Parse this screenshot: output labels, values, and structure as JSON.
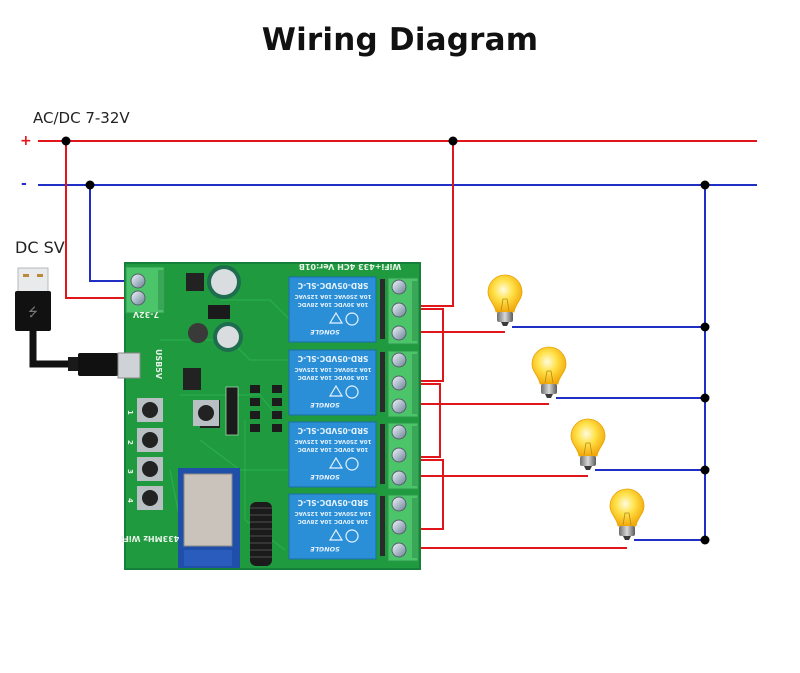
{
  "title": "Wiring Diagram",
  "power_label": "AC/DC 7-32V",
  "plus_sign": "+",
  "minus_sign": "-",
  "usb_label": "DC SV",
  "board": {
    "header_silk": "WiFi+433 4CH  Ver:01B",
    "power_terminal_silk": "7-32V",
    "usb_port_silk": "USB5V",
    "bottom_silk": "433MHz WiFi",
    "button_labels": [
      "1",
      "2",
      "3",
      "4"
    ],
    "relay_model": "SRD-05VDC-SL-C",
    "relay_ratings": [
      "10A 250VAC  10A 125VAC",
      "10A 30VDC   10A 28VDC"
    ],
    "relay_brand": "SONGLE",
    "relay_count": 4
  },
  "colors": {
    "positive_wire": "#e0161b",
    "negative_wire": "#1f2fc4",
    "junction": "#000000",
    "pcb": "#1f9a3e",
    "relay": "#2a8fd6",
    "terminal": "#4cc46a",
    "bulb": "#ffd21e"
  },
  "lamps": [
    {
      "name": "lamp-1"
    },
    {
      "name": "lamp-2"
    },
    {
      "name": "lamp-3"
    },
    {
      "name": "lamp-4"
    }
  ]
}
